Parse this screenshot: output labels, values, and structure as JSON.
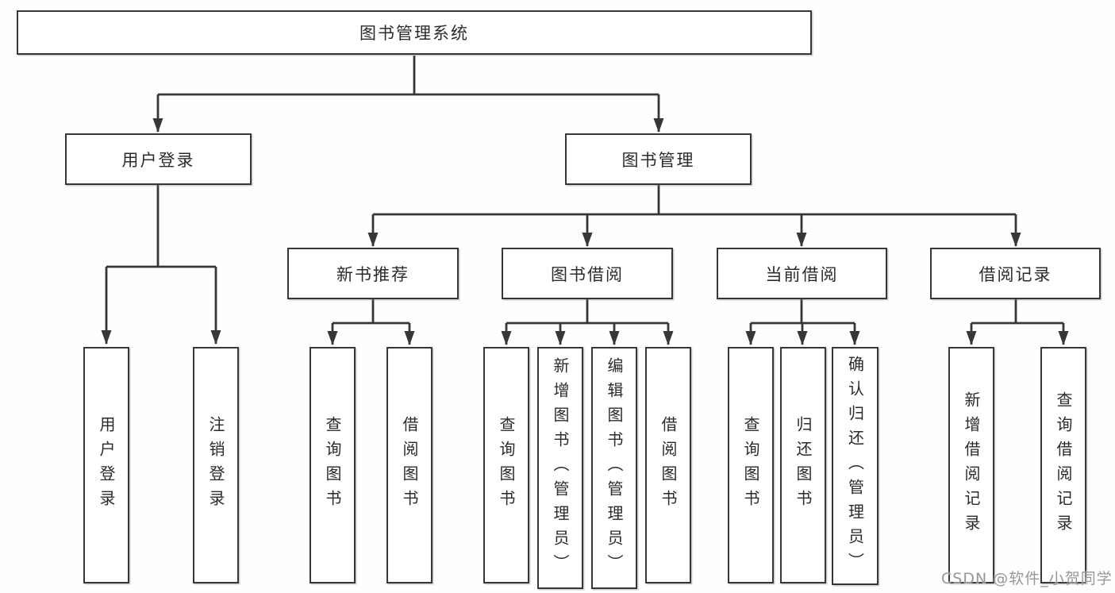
{
  "diagram": {
    "root": "图书管理系统",
    "branches": [
      {
        "label": "用户登录",
        "leaves": [
          "用户登录",
          "注销登录"
        ]
      },
      {
        "label": "图书管理",
        "groups": [
          {
            "label": "新书推荐",
            "leaves": [
              "查询图书",
              "借阅图书"
            ]
          },
          {
            "label": "图书借阅",
            "leaves": [
              "查询图书",
              "新增图书（管理员）",
              "编辑图书（管理员）",
              "借阅图书"
            ]
          },
          {
            "label": "当前借阅",
            "leaves": [
              "查询图书",
              "归还图书",
              "确认归还（管理员）"
            ]
          },
          {
            "label": "借阅记录",
            "leaves": [
              "新增借阅记录",
              "查询借阅记录"
            ]
          }
        ]
      }
    ]
  },
  "colors": {
    "line": "#373737",
    "text": "#2b2b2b",
    "watermark": "#979797",
    "background": "#ffffff"
  },
  "watermark": "CSDN @软件_小贺同学"
}
